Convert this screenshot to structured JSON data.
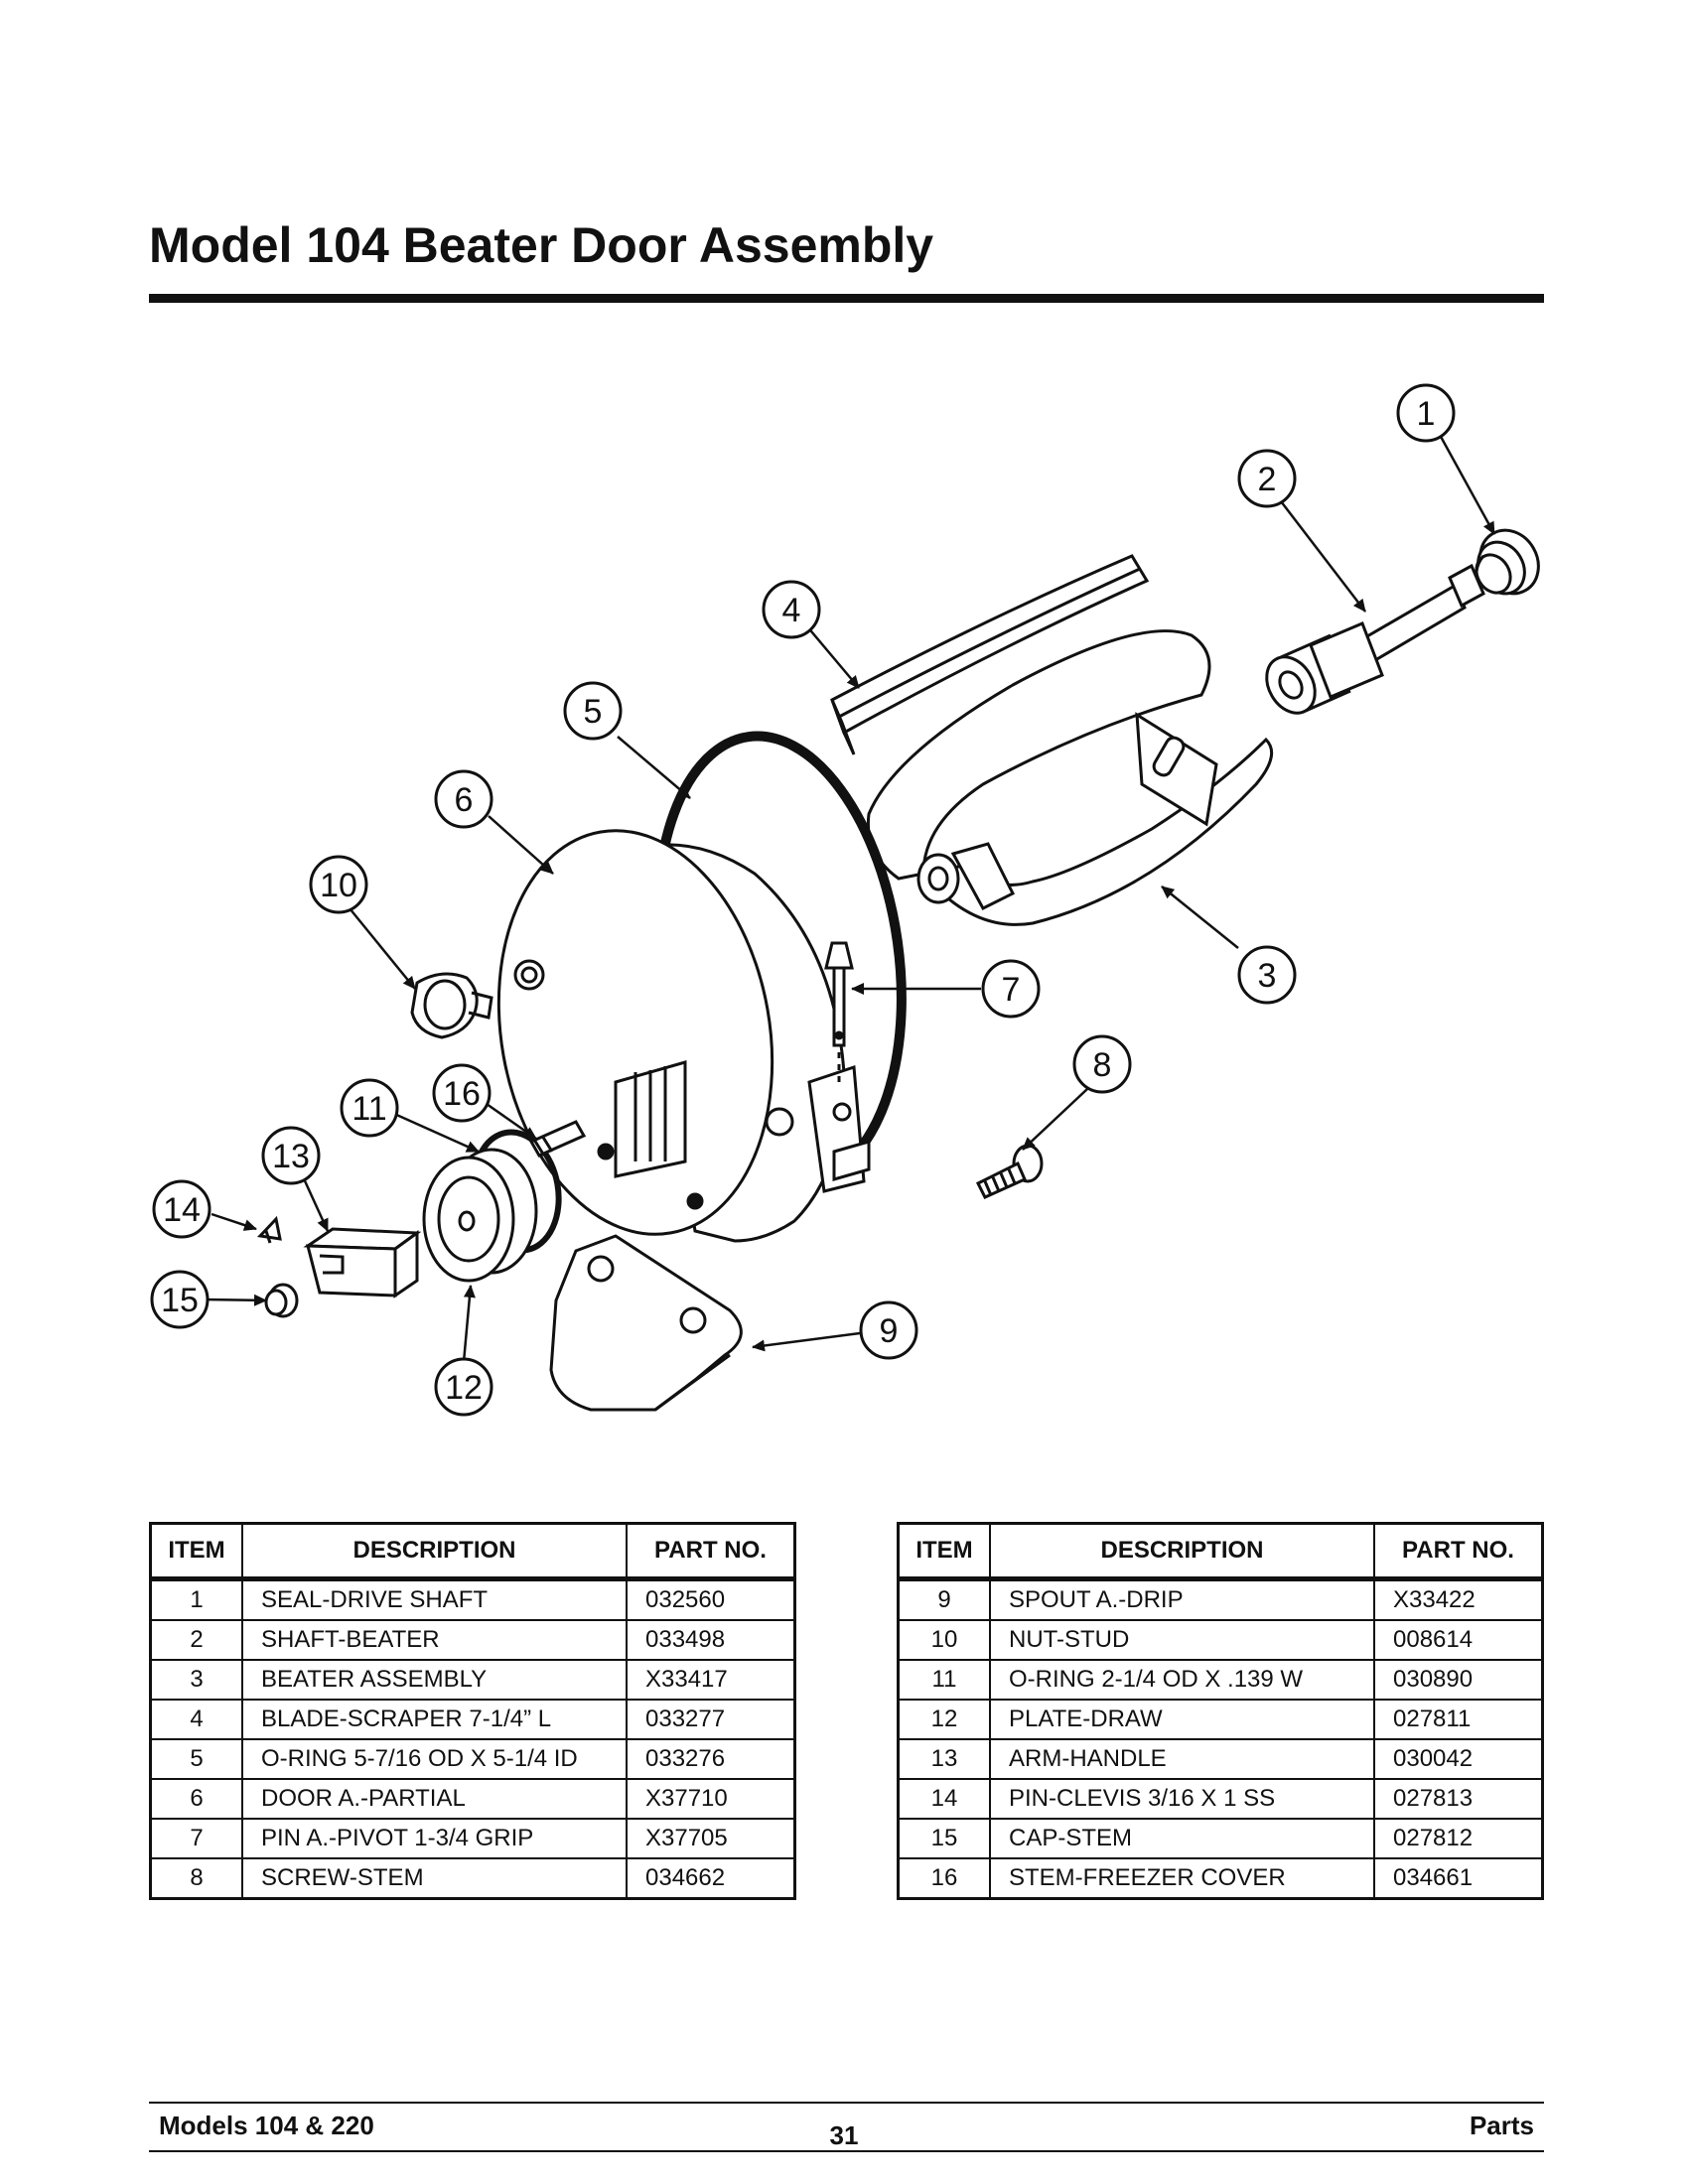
{
  "page": {
    "title": "Model 104 Beater Door Assembly",
    "footer_left": "Models 104 & 220",
    "footer_center": "31",
    "footer_right": "Parts"
  },
  "diagram": {
    "callouts": [
      "1",
      "2",
      "3",
      "4",
      "5",
      "6",
      "7",
      "8",
      "9",
      "10",
      "11",
      "12",
      "13",
      "14",
      "15",
      "16"
    ]
  },
  "table_headers": {
    "item": "ITEM",
    "description": "DESCRIPTION",
    "part_no": "PART NO."
  },
  "left_table": [
    {
      "item": "1",
      "description": "SEAL-DRIVE SHAFT",
      "part_no": "032560"
    },
    {
      "item": "2",
      "description": "SHAFT-BEATER",
      "part_no": "033498"
    },
    {
      "item": "3",
      "description": "BEATER ASSEMBLY",
      "part_no": "X33417"
    },
    {
      "item": "4",
      "description": "BLADE-SCRAPER 7-1/4” L",
      "part_no": "033277"
    },
    {
      "item": "5",
      "description": "O-RING 5-7/16 OD X 5-1/4 ID",
      "part_no": "033276"
    },
    {
      "item": "6",
      "description": "DOOR A.-PARTIAL",
      "part_no": "X37710"
    },
    {
      "item": "7",
      "description": "PIN A.-PIVOT 1-3/4 GRIP",
      "part_no": "X37705"
    },
    {
      "item": "8",
      "description": "SCREW-STEM",
      "part_no": "034662"
    }
  ],
  "right_table": [
    {
      "item": "9",
      "description": "SPOUT A.-DRIP",
      "part_no": "X33422"
    },
    {
      "item": "10",
      "description": "NUT-STUD",
      "part_no": "008614"
    },
    {
      "item": "11",
      "description": "O-RING 2-1/4 OD X .139 W",
      "part_no": "030890"
    },
    {
      "item": "12",
      "description": "PLATE-DRAW",
      "part_no": "027811"
    },
    {
      "item": "13",
      "description": "ARM-HANDLE",
      "part_no": "030042"
    },
    {
      "item": "14",
      "description": "PIN-CLEVIS 3/16 X 1 SS",
      "part_no": "027813"
    },
    {
      "item": "15",
      "description": "CAP-STEM",
      "part_no": "027812"
    },
    {
      "item": "16",
      "description": "STEM-FREEZER COVER",
      "part_no": "034661"
    }
  ]
}
